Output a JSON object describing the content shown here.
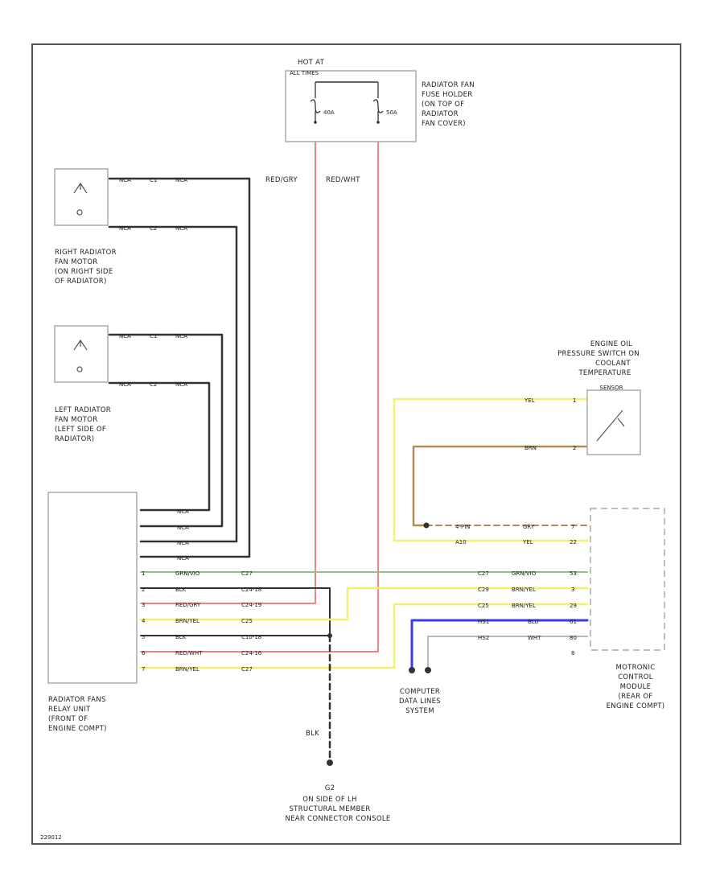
{
  "diagram_id": "229012",
  "fuse_block": {
    "label": [
      "HOT AT",
      "ALL TIMES"
    ],
    "fuse_a": "40A",
    "fuse_b": "50A",
    "desc": [
      "RADIATOR FAN",
      "FUSE HOLDER",
      "(ON TOP OF",
      "RADIATOR",
      "FAN COVER)"
    ]
  },
  "wire_colors": {
    "red_gry": "RED/GRY",
    "red_wht": "RED/WHT",
    "blk": "BLK",
    "nca": "NCA",
    "yel": "YEL",
    "brn": "BRN",
    "grn_vio": "GRN/VIO",
    "brn_yel": "BRN/YEL",
    "blu": "BLU",
    "wht": "WHT",
    "gry": "GRY"
  },
  "right_motor": {
    "desc": [
      "RIGHT RADIATOR",
      "FAN MOTOR",
      "(ON RIGHT SIDE",
      "OF RADIATOR)"
    ],
    "pins": [
      "C1",
      "C2"
    ]
  },
  "left_motor": {
    "desc": [
      "LEFT RADIATOR",
      "FAN MOTOR",
      "(LEFT SIDE OF",
      "RADIATOR)"
    ],
    "pins": [
      "C1",
      "C2"
    ]
  },
  "sensor": {
    "desc": [
      "ENGINE OIL",
      "PRESSURE SWITCH ON",
      "COOLANT",
      "TEMPERATURE",
      "SENSOR"
    ],
    "pins": [
      "1",
      "2"
    ]
  },
  "relay_unit": {
    "desc": [
      "RADIATOR FANS",
      "RELAY UNIT",
      "(FRONT OF",
      "ENGINE COMPT)"
    ],
    "pins": [
      "1",
      "2",
      "3",
      "4",
      "5",
      "6",
      "7"
    ],
    "connectors": [
      "C27",
      "C24-18",
      "C24-19",
      "C25",
      "C10-18",
      "C24-16",
      "C27"
    ]
  },
  "ecm": {
    "desc": [
      "MOTRONIC",
      "CONTROL",
      "MODULE",
      "(REAR OF",
      "ENGINE COMPT)"
    ],
    "conn_labels": [
      "4-PIN",
      "A10",
      "C27",
      "C29",
      "C25",
      "HS1",
      "HS2"
    ],
    "pins": [
      "7",
      "22",
      "53",
      "3",
      "29",
      "61",
      "80",
      "8"
    ]
  },
  "data_links": [
    "COMPUTER",
    "DATA LINES",
    "SYSTEM"
  ],
  "ground": {
    "id": "G2",
    "desc": [
      "ON SIDE OF LH",
      "STRUCTURAL MEMBER",
      "NEAR CONNECTOR CONSOLE"
    ]
  },
  "colors": {
    "black": "#333333",
    "red": "#f08585",
    "yellow": "#f4f06a",
    "brown": "#b08a50",
    "green": "#8cc87a",
    "blue": "#3a3af0",
    "gray": "#b8b8b8",
    "frame": "#555555"
  }
}
